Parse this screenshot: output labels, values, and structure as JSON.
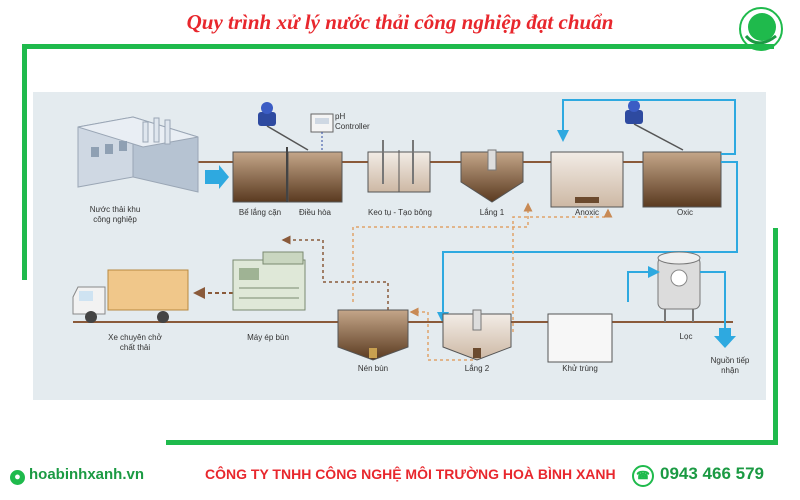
{
  "title": "Quy trình xử lý nước thải công nghiệp đạt chuẩn",
  "colors": {
    "brand_green": "#1fba4c",
    "title_red": "#e8272d",
    "water_blue": "#2ea9e0",
    "sludge_brown": "#6b4a2e",
    "return_orange": "#e0a36a"
  },
  "nodes": {
    "factory": "Nước thải khu\ncông nghiệp",
    "settling_tank": "Bể lắng cặn",
    "equalization": "Điều hòa",
    "ph_controller": "pH\nController",
    "coagulation": "Keo tụ - Tạo bông",
    "settling_1": "Lắng 1",
    "anoxic": "Anoxic",
    "oxic": "Oxic",
    "truck": "Xe chuyên chở\nchất thải",
    "sludge_press": "Máy ép bùn",
    "sludge_thickener": "Nén bùn",
    "settling_2": "Lắng 2",
    "disinfection": "Khử trùng",
    "filter": "Lọc",
    "discharge": "Nguồn tiếp\nnhận"
  },
  "footer": {
    "website": "hoabinhxanh.vn",
    "company": "CÔNG TY TNHH CÔNG NGHỆ MÔI TRƯỜNG HOÀ BÌNH XANH",
    "phone": "0943 466 579"
  },
  "icons": [
    "logo-icon",
    "globe-icon",
    "phone-icon",
    "blower-icon",
    "factory-icon",
    "truck-icon"
  ]
}
